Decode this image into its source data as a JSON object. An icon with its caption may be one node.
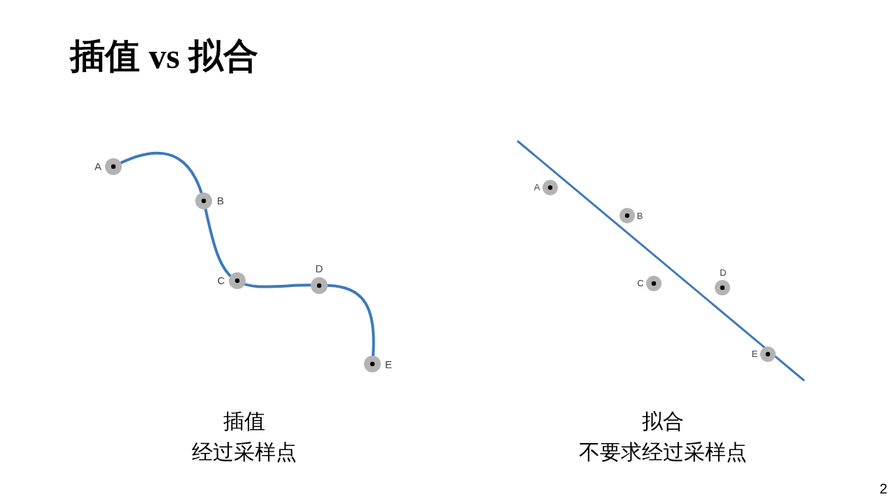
{
  "diagram": {
    "title": "插值 vs 拟合",
    "labels": [
      "A",
      "B",
      "C",
      "D",
      "E",
      "A",
      "B",
      "C",
      "D",
      "E",
      "插值",
      "经过采样点",
      "拟合",
      "不要求经过采样点",
      "2"
    ]
  }
}
